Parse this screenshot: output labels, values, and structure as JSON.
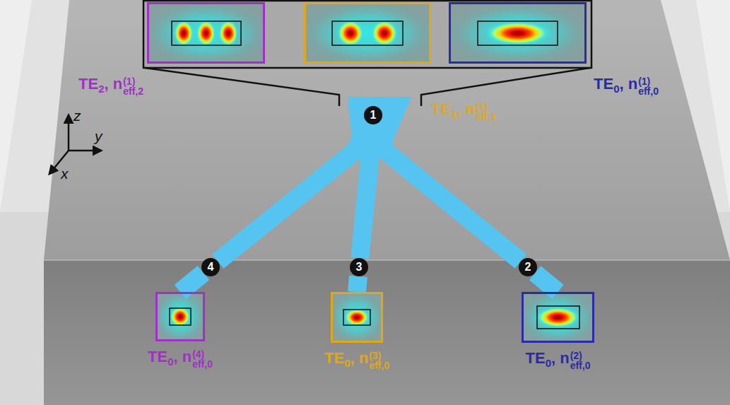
{
  "diagram": {
    "nodes": [
      {
        "text": [
          "TE",
          "2",
          ", n",
          "(1)",
          "eff,2"
        ]
      },
      {
        "text": [
          "TE",
          "1",
          ", n",
          "(1)",
          "eff,1"
        ]
      },
      {
        "text": [
          "TE",
          "0",
          ", n",
          "(1)",
          "eff,0"
        ]
      },
      {
        "text": [
          "1"
        ]
      },
      {
        "text": [
          "4"
        ]
      },
      {
        "text": [
          "3"
        ]
      },
      {
        "text": [
          "2"
        ]
      },
      {
        "text": [
          "TE",
          "0",
          ", n",
          "(4)",
          "eff,0"
        ]
      },
      {
        "text": [
          "TE",
          "0",
          ", n",
          "(3)",
          "eff,0"
        ]
      },
      {
        "text": [
          "TE",
          "0",
          ", n",
          "(2)",
          "eff,0"
        ]
      }
    ],
    "edges": [
      {
        "from": 3,
        "to": 6,
        "arrow": "none"
      },
      {
        "from": 3,
        "to": 5,
        "arrow": "none"
      },
      {
        "from": 3,
        "to": 4,
        "arrow": "none"
      },
      {
        "from": 4,
        "to": 7,
        "arrow": "none"
      },
      {
        "from": 5,
        "to": 8,
        "arrow": "none"
      },
      {
        "from": 6,
        "to": 9,
        "arrow": "none"
      }
    ],
    "labels": [
      "z",
      "y",
      "x"
    ]
  }
}
